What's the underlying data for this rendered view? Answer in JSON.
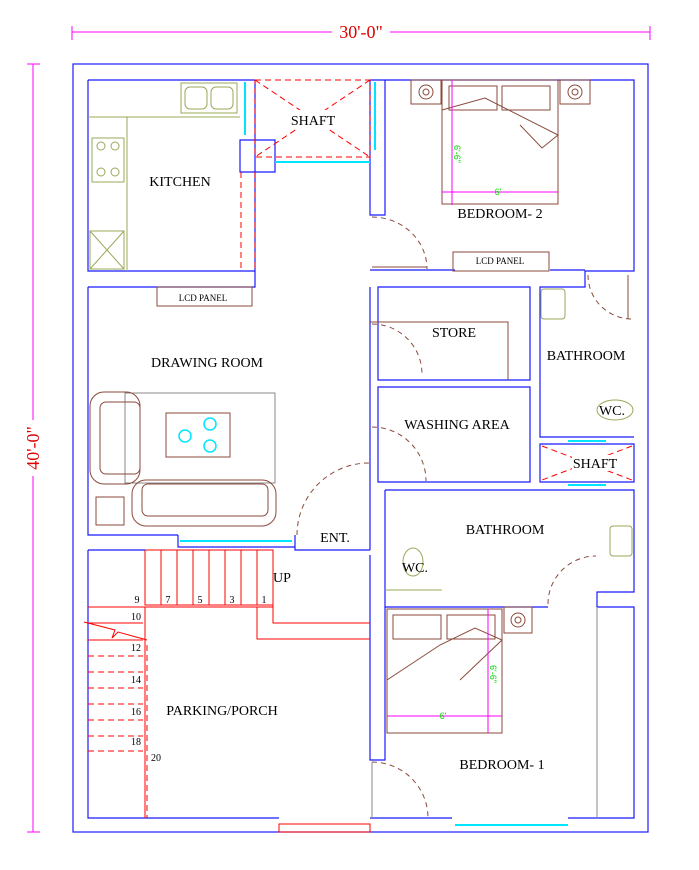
{
  "dimensions": {
    "width": "30'-0\"",
    "depth": "40'-0\""
  },
  "rooms": {
    "kitchen": "KITCHEN",
    "shaft_top": "SHAFT",
    "bedroom2": "BEDROOM- 2",
    "lcd_panel_bedroom2": "LCD PANEL",
    "lcd_panel_drawing": "LCD PANEL",
    "drawing_room": "DRAWING ROOM",
    "store": "STORE",
    "bathroom_right": "BATHROOM",
    "wc_right": "WC.",
    "washing_area": "WASHING AREA",
    "shaft_mid": "SHAFT",
    "bathroom_lower": "BATHROOM",
    "wc_lower": "WC.",
    "entrance": "ENT.",
    "stair_up": "UP",
    "parking": "PARKING/PORCH",
    "bedroom1": "BEDROOM- 1"
  },
  "stair_numbers": {
    "s1": "1",
    "s3": "3",
    "s5": "5",
    "s7": "7",
    "s9": "9",
    "s10": "10",
    "s12": "12",
    "s14": "14",
    "s16": "16",
    "s18": "18",
    "s20": "20"
  },
  "bed_dims": {
    "b2_len": "6'-6\"",
    "b2_wid": "6'",
    "b1_len": "6'-6\"",
    "b1_wid": "6'"
  },
  "colors": {
    "wall": "#1a1aff",
    "window": "#00e5ff",
    "dimension": "#ff00ff",
    "furniture": "#8b4a3c",
    "stair": "#ff0000"
  }
}
